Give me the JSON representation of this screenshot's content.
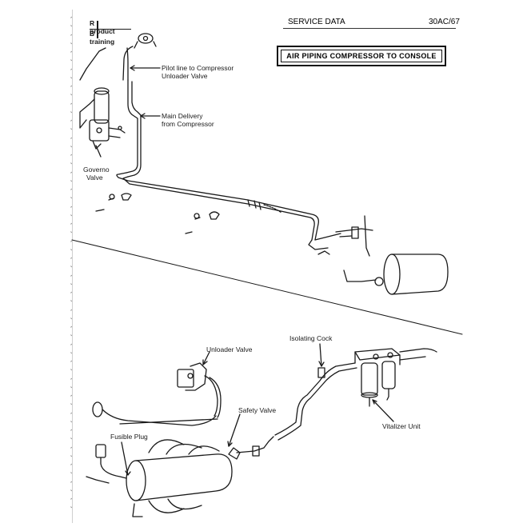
{
  "header": {
    "logo_line1": "R product",
    "logo_line2": "B training",
    "section": "SERVICE DATA",
    "page_number": "30AC/67"
  },
  "title": "AIR PIPING COMPRESSOR TO CONSOLE",
  "labels": {
    "pilot_line": "Pilot line to Compressor",
    "pilot_line_2": "Unloader Valve",
    "main_delivery": "Main Delivery",
    "main_delivery_2": "from Compressor",
    "governo_valve": "Governo",
    "governo_valve_2": "Valve",
    "unloader_valve": "Unloader Valve",
    "isolating_cock": "Isolating Cock",
    "safety_valve": "Safety Valve",
    "fusible_plug": "Fusible Plug",
    "vitalizer_unit": "Vitalizer Unit"
  },
  "colors": {
    "ink": "#1a1a1a",
    "paper": "#ffffff"
  }
}
